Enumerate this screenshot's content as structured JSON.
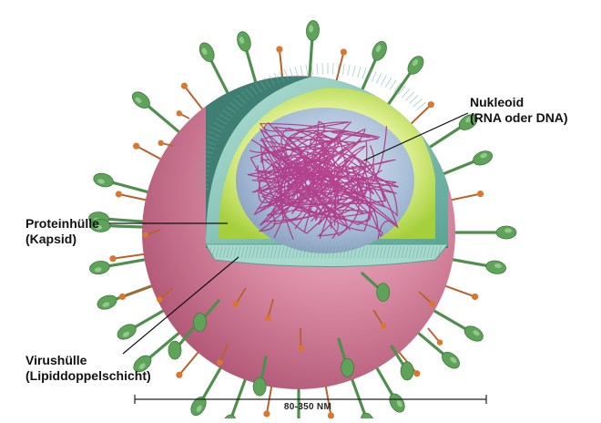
{
  "labels": {
    "nukleoid": {
      "line1": "Nukleoid",
      "line2": "(RNA oder DNA)"
    },
    "proteinhuelle": {
      "line1": "Proteinhülle",
      "line2": "(Kapsid)"
    },
    "virushuelle": {
      "line1": "Virushülle",
      "line2": "(Lipiddoppelschicht)"
    }
  },
  "scale_bar": {
    "text": "80-350 NM"
  },
  "colors": {
    "envelope": "#d27a95",
    "capsid": "#7fc3b6",
    "inner_glow": "#c8e04a",
    "core": "#a9bfd8",
    "genome": "#b0287e",
    "spike_head": "#5fa35a",
    "spike_stem": "#4f8f4d",
    "small_spike": "#d9772e"
  },
  "icons": {
    "virus": "virus-illustration"
  }
}
